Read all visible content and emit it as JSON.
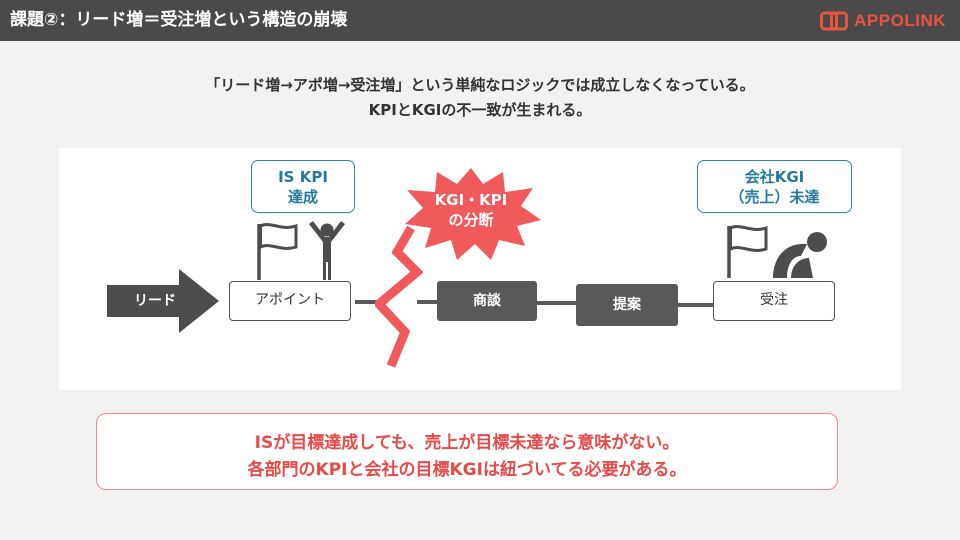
{
  "header": {
    "title": "課題②：リード増＝受注増という構造の崩壊",
    "logo_text": "APPOLINK"
  },
  "subtitle": {
    "line1": "「リード増→アポ増→受注増」という単純なロジックでは成立しなくなっている。",
    "line2": "KPIとKGIの不一致が生まれる。"
  },
  "diagram": {
    "lead_arrow_label": "リード",
    "steps": {
      "appointment": "アポイント",
      "negotiation": "商談",
      "proposal": "提案",
      "order": "受注"
    },
    "callout_is_kpi": {
      "line1": "IS KPI",
      "line2": "達成"
    },
    "callout_company_kgi": {
      "line1": "会社KGI",
      "line2": "（売上）未達"
    },
    "burst": {
      "line1": "KGI・KPI",
      "line2": "の分断"
    }
  },
  "conclusion": {
    "line1": "ISが目標達成しても、売上が目標未達なら意味がない。",
    "line2": "各部門のKPIと会社の目標KGIは紐づいてる必要がある。"
  },
  "colors": {
    "header_bg": "#4a4a4a",
    "accent_red": "#e84a47",
    "burst_red": "#f05a5a",
    "callout_blue": "#2479a0",
    "dark_node": "#595959"
  }
}
